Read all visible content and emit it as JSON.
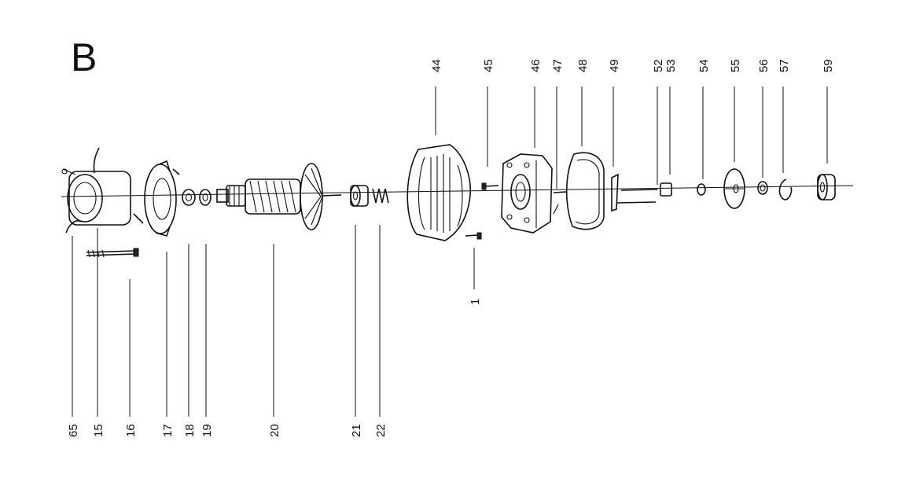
{
  "section_letter": "B",
  "callouts": {
    "p65": "65",
    "p15": "15",
    "p16": "16",
    "p17": "17",
    "p18": "18",
    "p19": "19",
    "p20": "20",
    "p21": "21",
    "p22": "22",
    "p1": "1",
    "p44": "44",
    "p45": "45",
    "p46": "46",
    "p47": "47",
    "p48": "48",
    "p49": "49",
    "p52": "52",
    "p53": "53",
    "p54": "54",
    "p55": "55",
    "p56": "56",
    "p57": "57",
    "p59": "59"
  }
}
